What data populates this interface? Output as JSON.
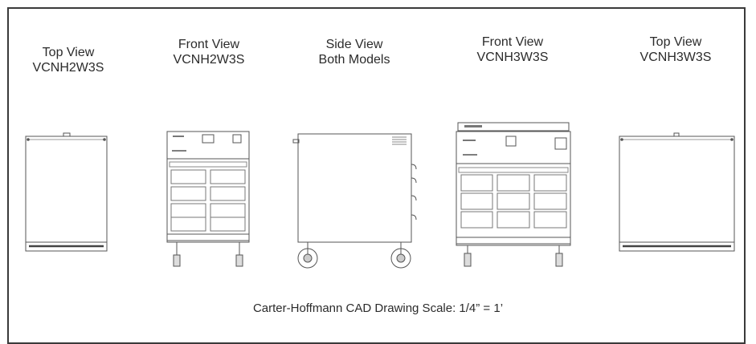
{
  "views": [
    {
      "line1": "Top View",
      "line2": "VCNH2W3S"
    },
    {
      "line1": "Front View",
      "line2": "VCNH2W3S"
    },
    {
      "line1": "Side View",
      "line2": "Both Models"
    },
    {
      "line1": "Front View",
      "line2": "VCNH3W3S"
    },
    {
      "line1": "Top View",
      "line2": "VCNH3W3S"
    }
  ],
  "caption": "Carter-Hoffmann CAD Drawing Scale: 1/4” = 1’",
  "colors": {
    "line": "#555555",
    "frame": "#3a3a3a",
    "text": "#2b2b2b"
  }
}
